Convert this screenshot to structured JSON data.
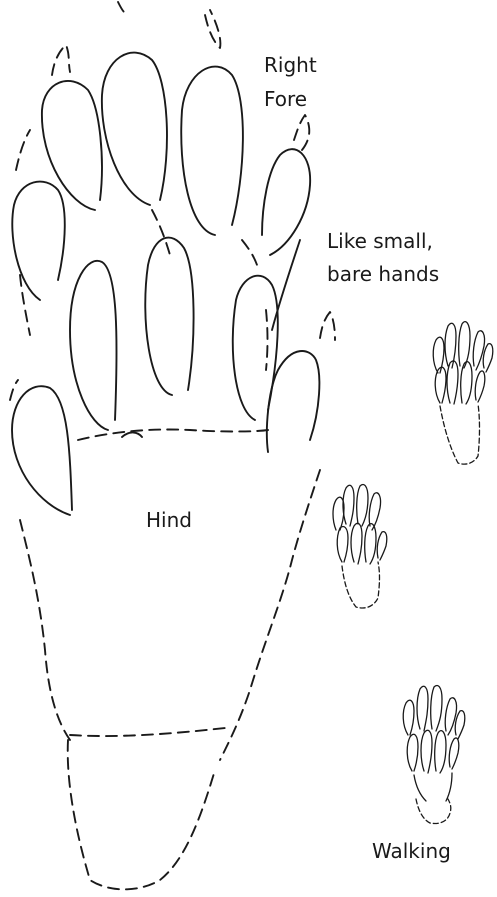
{
  "labels": {
    "right_fore_line1": "Right",
    "right_fore_line2": "Fore",
    "like_line1": "Like small,",
    "like_line2": "bare hands",
    "hind": "Hind",
    "walking": "Walking"
  }
}
